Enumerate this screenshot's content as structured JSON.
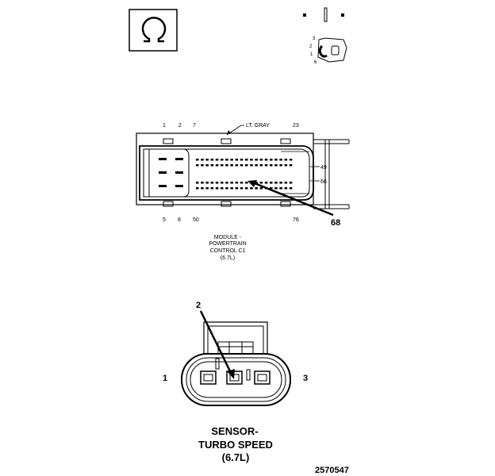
{
  "pcm_connector": {
    "pin_labels_top": [
      "1",
      "2",
      "7",
      "23"
    ],
    "pin_labels_bottom": [
      "5",
      "8",
      "50",
      "76"
    ],
    "pin_labels_right": [
      "49",
      "66"
    ],
    "color_label": "LT. GRAY",
    "callout_pin": "68",
    "caption_lines": [
      "MODULE -",
      "POWERTRAIN",
      "CONTROL C1",
      "(6.7L)"
    ]
  },
  "sensor_connector": {
    "callout_pin": "2",
    "side_label_left": "1",
    "side_label_right": "3",
    "caption_lines": [
      "SENSOR-",
      "TURBO SPEED",
      "(6.7L)"
    ]
  },
  "figure_id": "2570547",
  "locator_labels": [
    "3",
    "2",
    "1",
    "6"
  ]
}
